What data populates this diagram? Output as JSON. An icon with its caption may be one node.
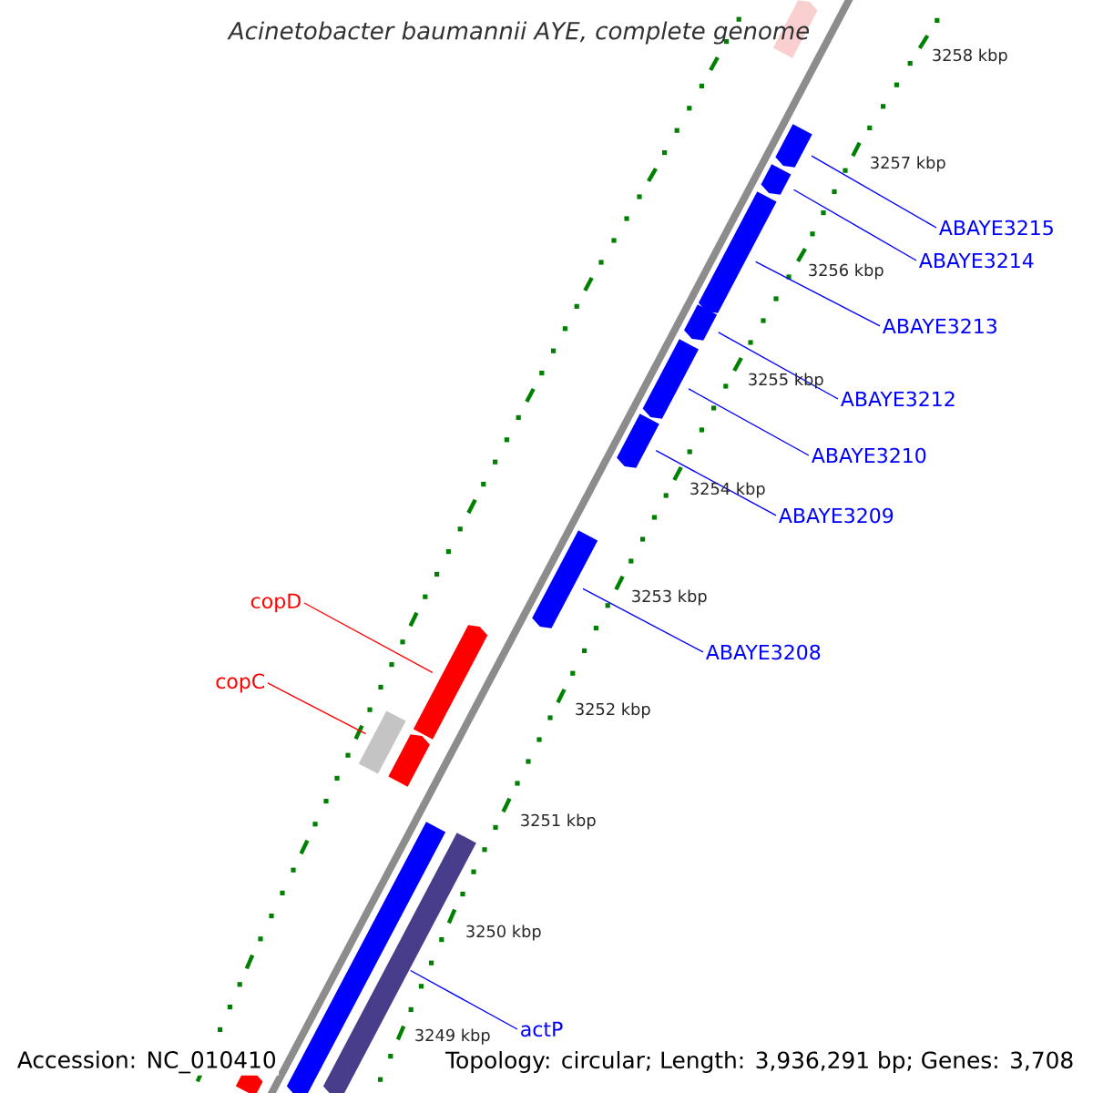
{
  "diagram": {
    "title": "Acinetobacter baumannii AYE, complete genome",
    "nodes": [
      {
        "text": [],
        "shape": "arrow"
      },
      {
        "text": [],
        "shape": "arrow"
      },
      {
        "text": [],
        "shape": "arrow"
      },
      {
        "text": [],
        "shape": "arrow"
      },
      {
        "text": [],
        "shape": "arrow"
      },
      {
        "text": [],
        "shape": "arrow"
      },
      {
        "text": [],
        "shape": "arrow"
      },
      {
        "text": [],
        "shape": "arrow"
      },
      {
        "text": [],
        "shape": "arrow"
      },
      {
        "text": [],
        "shape": "box"
      },
      {
        "text": [],
        "shape": "arrow"
      },
      {
        "text": [],
        "shape": "arrow"
      },
      {
        "text": [],
        "shape": "arrow"
      },
      {
        "text": [],
        "shape": "arrow"
      },
      {
        "text": [
          "ABAYE3215"
        ]
      },
      {
        "text": [
          "ABAYE3214"
        ]
      },
      {
        "text": [
          "ABAYE3213"
        ]
      },
      {
        "text": [
          "ABAYE3212"
        ]
      },
      {
        "text": [
          "ABAYE3210"
        ]
      },
      {
        "text": [
          "ABAYE3209"
        ]
      },
      {
        "text": [
          "ABAYE3208"
        ]
      },
      {
        "text": [
          "copD"
        ]
      },
      {
        "text": [
          "copC"
        ]
      },
      {
        "text": [
          "actP"
        ]
      }
    ],
    "edges": [
      {
        "from": 14,
        "to": 1,
        "arrow": "none"
      },
      {
        "from": 15,
        "to": 2,
        "arrow": "none"
      },
      {
        "from": 16,
        "to": 3,
        "arrow": "none"
      },
      {
        "from": 17,
        "to": 4,
        "arrow": "none"
      },
      {
        "from": 18,
        "to": 5,
        "arrow": "none"
      },
      {
        "from": 19,
        "to": 6,
        "arrow": "none"
      },
      {
        "from": 20,
        "to": 7,
        "arrow": "none"
      },
      {
        "from": 21,
        "to": 8,
        "arrow": "none",
        "color": "#ff0000"
      },
      {
        "from": 22,
        "to": 9,
        "arrow": "none",
        "color": "#ff0000"
      },
      {
        "from": 23,
        "to": 12,
        "arrow": "none"
      }
    ],
    "labels": [
      "3258 kbp",
      "3257 kbp",
      "3256 kbp",
      "3255 kbp",
      "3254 kbp",
      "3253 kbp",
      "3252 kbp",
      "3251 kbp",
      "3250 kbp",
      "3249 kbp",
      "Accession: NC_010410",
      "Topology: circular; Length: 3,936,291 bp; Genes: 3,708"
    ]
  }
}
